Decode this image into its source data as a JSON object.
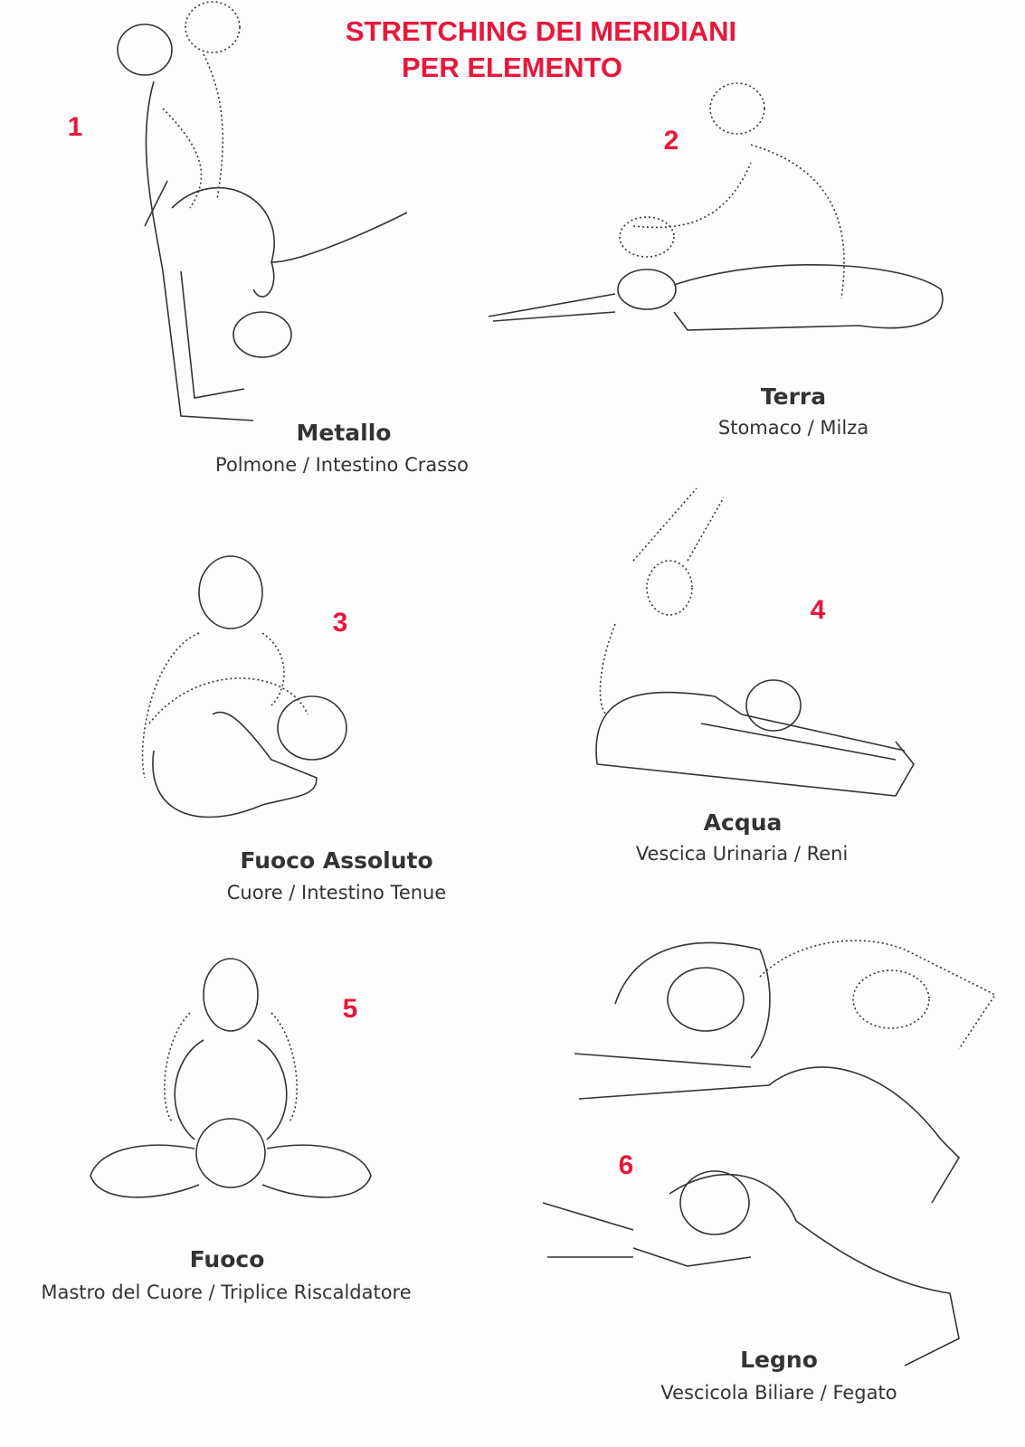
{
  "title": {
    "line1": "STRETCHING DEI MERIDIANI",
    "line2": "PER ELEMENTO"
  },
  "accent_color": "#e8173c",
  "exercises": [
    {
      "number": "1",
      "element": "Metallo",
      "meridians": "Polmone / Intestino Crasso"
    },
    {
      "number": "2",
      "element": "Terra",
      "meridians": "Stomaco / Milza"
    },
    {
      "number": "3",
      "element": "Fuoco Assoluto",
      "meridians": "Cuore / Intestino Tenue"
    },
    {
      "number": "4",
      "element": "Acqua",
      "meridians": "Vescica Urinaria / Reni"
    },
    {
      "number": "5",
      "element": "Fuoco",
      "meridians": "Mastro del Cuore / Triplice Riscaldatore"
    },
    {
      "number": "6",
      "element": "Legno",
      "meridians": "Vescicola Biliare / Fegato"
    }
  ]
}
